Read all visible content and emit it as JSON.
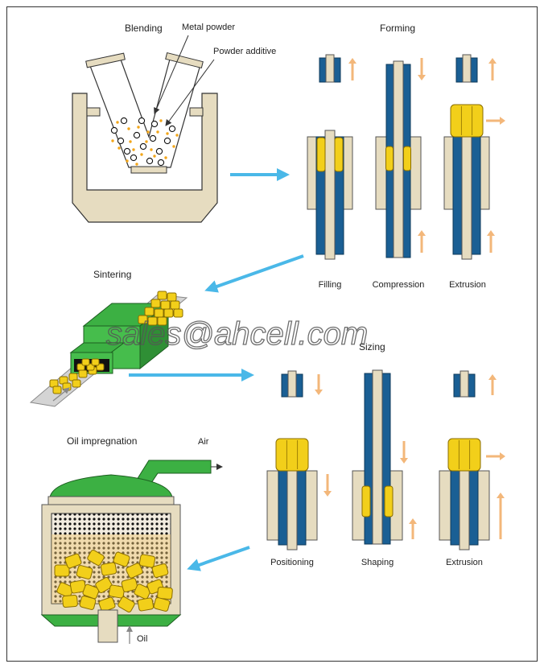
{
  "headings": {
    "blending": "Blending",
    "forming": "Forming",
    "sintering": "Sintering",
    "sizing": "Sizing",
    "oil_impregnation": "Oil impregnation"
  },
  "callouts": {
    "metal_powder": "Metal powder",
    "powder_additive": "Powder additive",
    "air": "Air",
    "oil": "Oil"
  },
  "forming_steps": [
    "Filling",
    "Compression",
    "Extrusion"
  ],
  "sizing_steps": [
    "Positioning",
    "Shaping",
    "Extrusion"
  ],
  "watermark": "sales@ahcell.com",
  "colors": {
    "steel_blue": "#1a5f94",
    "beige": "#e6dcc0",
    "part_yellow": "#f2cf1a",
    "furnace_green": "#34a83a",
    "flow_arrow": "#4ab8e8",
    "motion_arrow": "#f3b77a"
  }
}
